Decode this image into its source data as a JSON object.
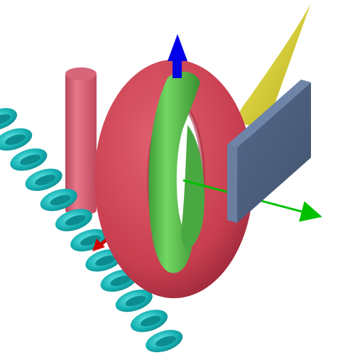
{
  "scene": {
    "background": "#ffffff",
    "objects": [
      {
        "id": "cylinder",
        "shape": "cylinder",
        "color": "#d95f73"
      },
      {
        "id": "cone",
        "shape": "cone",
        "color": "#d8d030"
      },
      {
        "id": "coil",
        "shape": "helix-of-rings",
        "color": "#1ab4b4",
        "turns_visible": 12
      },
      {
        "id": "red-torus",
        "shape": "torus",
        "color": "#c8424f"
      },
      {
        "id": "green-torus",
        "shape": "torus",
        "color": "#52b64a"
      },
      {
        "id": "slab",
        "shape": "box",
        "color": "#4d6080"
      }
    ],
    "axes": {
      "x": {
        "color": "#00c000"
      },
      "y": {
        "color": "#0000e0"
      },
      "z": {
        "color": "#d00000"
      }
    }
  }
}
